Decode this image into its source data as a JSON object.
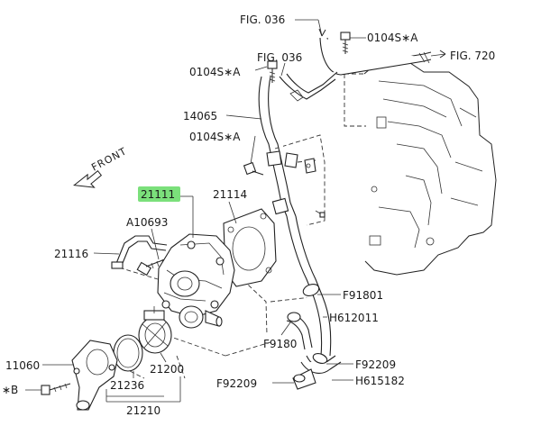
{
  "diagram": {
    "callouts": {
      "fig036_top": "FIG. 036",
      "fig036_mid": "FIG. 036",
      "fig720": "FIG. 720",
      "bolt_a_top": "0104S∗A",
      "bolt_a_left": "0104S∗A",
      "bolt_a_mid": "0104S∗A",
      "p14065": "14065",
      "front": "FRONT",
      "p21111": "21111",
      "p21114": "21114",
      "a10693": "A10693",
      "p21116": "21116",
      "f91801": "F91801",
      "h612011": "H612011",
      "f91801_b": "F9180",
      "f92209_r": "F92209",
      "f92209_l": "F92209",
      "h615182": "H615182",
      "p11060": "11060",
      "bolt_b": "∗B",
      "p21200": "21200",
      "p21236": "21236",
      "p21210": "21210"
    },
    "highlight_color": "#7be07b"
  }
}
